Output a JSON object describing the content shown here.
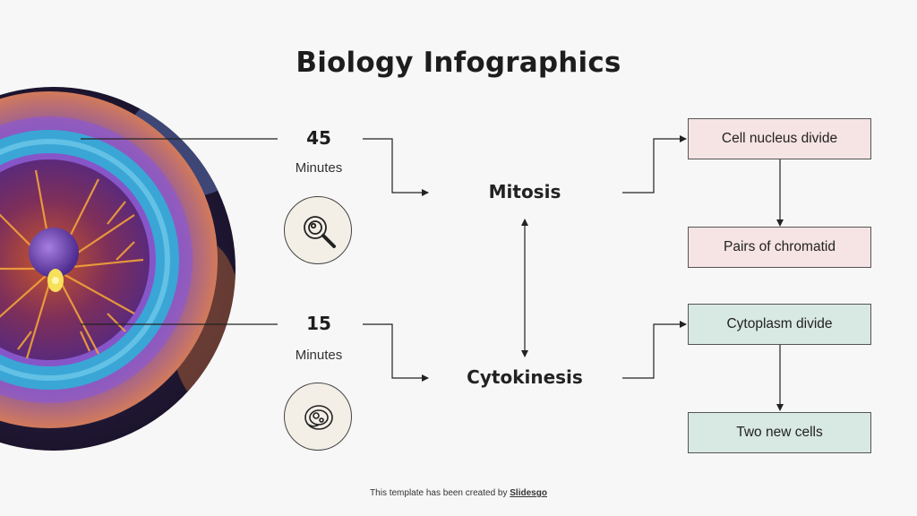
{
  "title": "Biology Infographics",
  "phases": [
    {
      "name": "Mitosis",
      "duration_value": "45",
      "duration_unit": "Minutes",
      "icon": "magnifier-cell-icon",
      "steps": [
        "Cell nucleus divide",
        "Pairs of chromatid"
      ],
      "step_color": "#f6e3e3"
    },
    {
      "name": "Cytokinesis",
      "duration_value": "15",
      "duration_unit": "Minutes",
      "icon": "cell-division-icon",
      "steps": [
        "Cytoplasm divide",
        "Two new cells"
      ],
      "step_color": "#d8e8e2"
    }
  ],
  "credit": {
    "prefix": "This template has been created by",
    "brand": "Slidesgo"
  }
}
